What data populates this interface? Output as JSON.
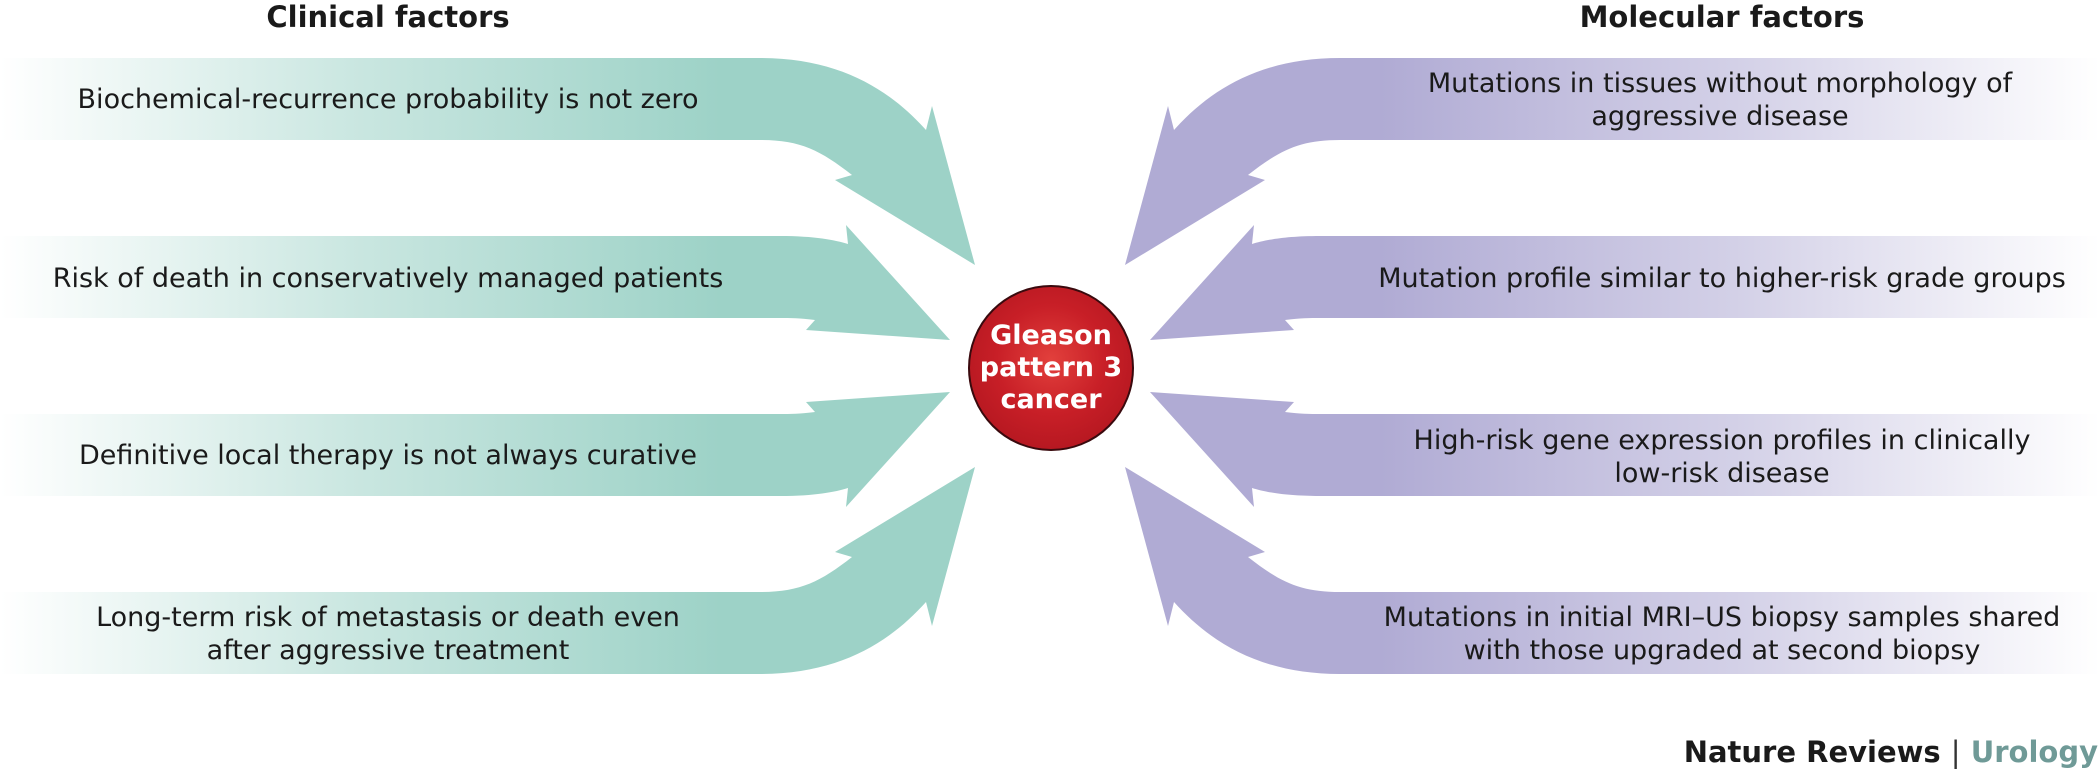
{
  "headings": {
    "left": "Clinical factors",
    "right": "Molecular factors"
  },
  "center": {
    "lines": [
      "Gleason",
      "pattern 3",
      "cancer"
    ]
  },
  "clinical_factors": [
    {
      "lines": [
        "Biochemical-recurrence probability is not zero"
      ]
    },
    {
      "lines": [
        "Risk of death in conservatively managed patients"
      ]
    },
    {
      "lines": [
        "Definitive local therapy is not always curative"
      ]
    },
    {
      "lines": [
        "Long-term risk of metastasis or death even",
        "after aggressive treatment"
      ]
    }
  ],
  "molecular_factors": [
    {
      "lines": [
        "Mutations in tissues without morphology of",
        "aggressive disease"
      ]
    },
    {
      "lines": [
        "Mutation profile similar to higher-risk grade groups"
      ]
    },
    {
      "lines": [
        "High-risk gene expression profiles in clinically",
        "low-risk disease"
      ]
    },
    {
      "lines": [
        "Mutations in initial MRI–US biopsy samples shared",
        "with those upgraded at second biopsy"
      ]
    }
  ],
  "credit": {
    "publisher": "Nature Reviews",
    "separator": "|",
    "journal": "Urology"
  },
  "colors": {
    "clinical_arrow": "#9dd2c7",
    "molecular_arrow": "#b0abd4",
    "center_fill": "#c81f27",
    "journal_text": "#6f9a97"
  }
}
